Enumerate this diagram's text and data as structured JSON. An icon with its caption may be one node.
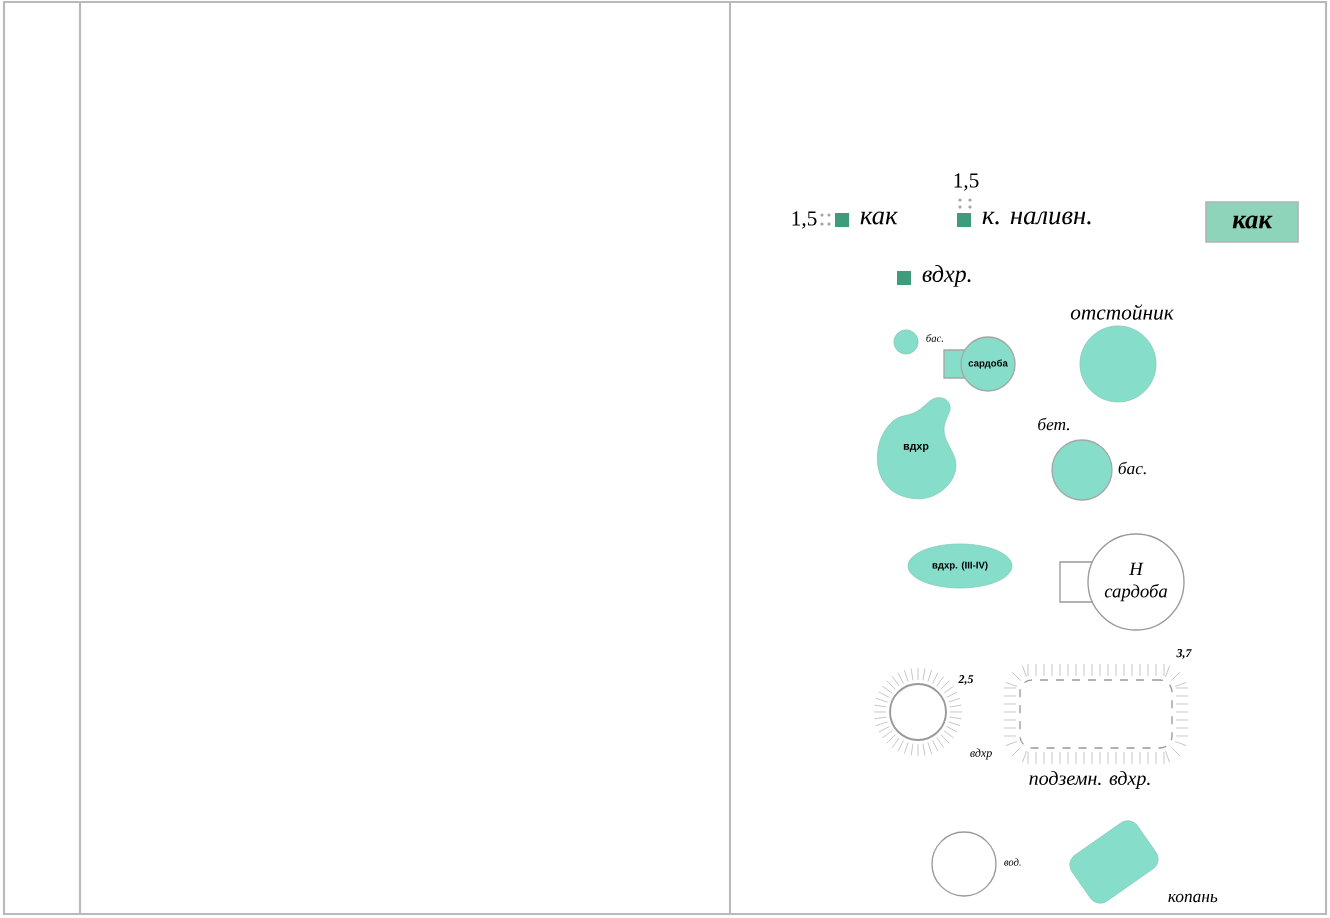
{
  "diagram": {
    "nodes": [
      {
        "text": [],
        "shape": "box",
        "beside": [
          "как"
        ]
      },
      {
        "text": [],
        "shape": "box",
        "beside": [
          "к. наливн."
        ]
      },
      {
        "text": [
          "как"
        ]
      },
      {
        "text": [],
        "shape": "box",
        "beside": [
          "вдхр."
        ]
      },
      {
        "text": [],
        "shape": "circle",
        "beside": [
          "бас."
        ]
      },
      {
        "text": [
          "сардоба"
        ]
      },
      {
        "text": [],
        "shape": "circle",
        "beside": [
          "отстойник"
        ]
      },
      {
        "text": [
          "вдхр"
        ]
      },
      {
        "text": [],
        "shape": "circle",
        "beside": [
          "бет.",
          "бас."
        ]
      },
      {
        "text": [
          "вдхр. (III-IV)"
        ]
      },
      {
        "text": [
          "Н сардоба"
        ]
      },
      {
        "text": [],
        "shape": "circle",
        "beside": [
          "вдхр"
        ]
      },
      {
        "text": [],
        "shape": "box",
        "beside": [
          "подземн. вдхр."
        ]
      },
      {
        "text": [],
        "shape": "circle",
        "beside": [
          "вод."
        ]
      },
      {
        "text": [],
        "shape": "box",
        "beside": [
          "копань"
        ]
      }
    ],
    "labels": [
      "1,5",
      "1,5",
      "3,7",
      "2,5"
    ]
  }
}
